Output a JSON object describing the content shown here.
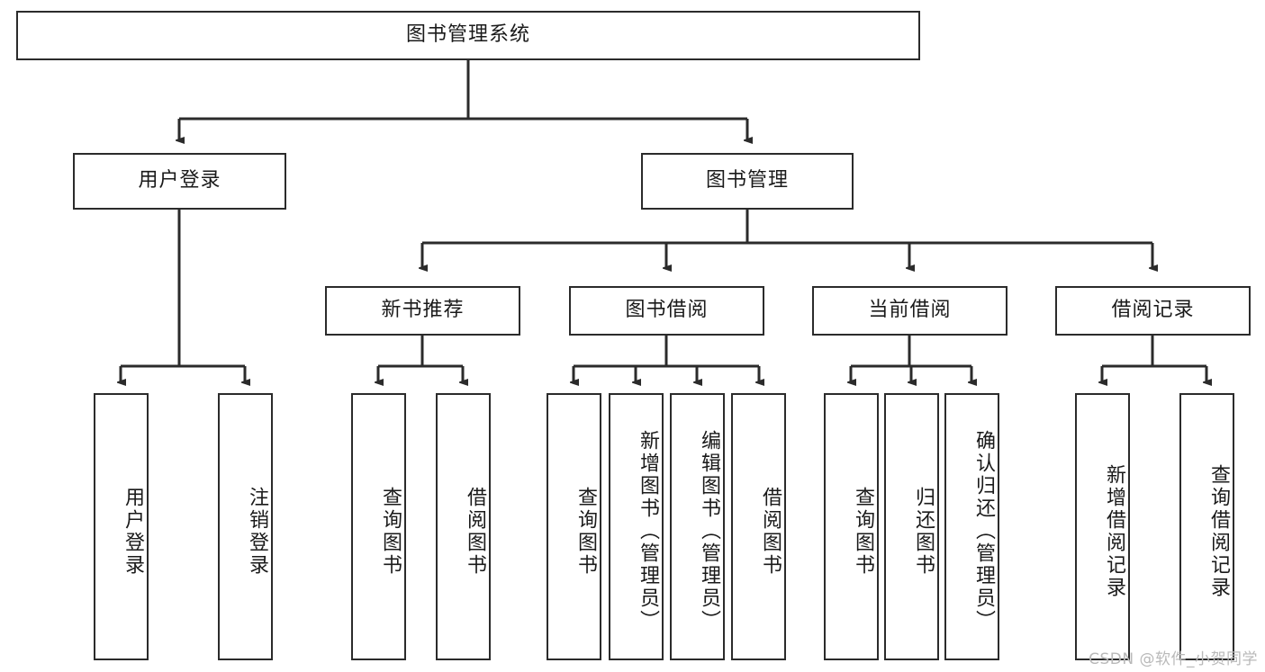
{
  "diagram": {
    "type": "hierarchy-tree",
    "title": "图书管理系统",
    "background_color": "#ffffff",
    "box_border_color": "#2b2b2b",
    "connector_color": "#2b2b2b",
    "levels": 4
  },
  "root": {
    "label": "图书管理系统"
  },
  "level2": [
    {
      "label": "用户登录"
    },
    {
      "label": "图书管理"
    }
  ],
  "level3": [
    {
      "label": "新书推荐"
    },
    {
      "label": "图书借阅"
    },
    {
      "label": "当前借阅"
    },
    {
      "label": "借阅记录"
    }
  ],
  "leaves": {
    "user_login": [
      {
        "label": "用户登录"
      },
      {
        "label": "注销登录"
      }
    ],
    "new_book_recommend": [
      {
        "label": "查询图书"
      },
      {
        "label": "借阅图书"
      }
    ],
    "book_borrow": [
      {
        "label": "查询图书"
      },
      {
        "label": "新增图书（管理员）"
      },
      {
        "label": "编辑图书（管理员）"
      },
      {
        "label": "借阅图书"
      }
    ],
    "current_borrow": [
      {
        "label": "查询图书"
      },
      {
        "label": "归还图书"
      },
      {
        "label": "确认归还（管理员）"
      }
    ],
    "borrow_record": [
      {
        "label": "新增借阅记录"
      },
      {
        "label": "查询借阅记录"
      }
    ]
  },
  "watermark": {
    "text": "CSDN @软件_小贺同学",
    "color": "#b9b9b9"
  }
}
